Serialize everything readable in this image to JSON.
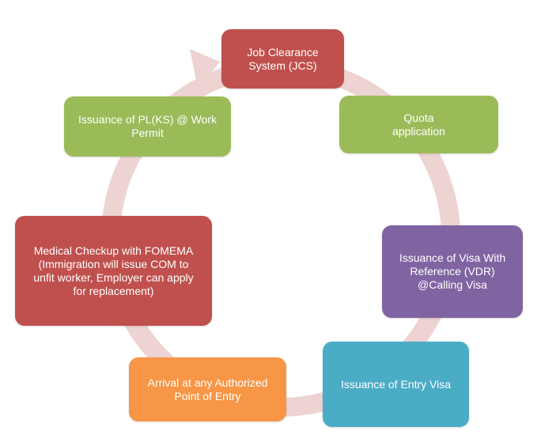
{
  "diagram": {
    "ring_color": "#eed3d3",
    "steps": [
      {
        "label": "Job Clearance\nSystem (JCS)",
        "color": "#c0504d"
      },
      {
        "label": "Quota\napplication",
        "color": "#9bbb59"
      },
      {
        "label": "Issuance of Visa With\nReference (VDR)\n@Calling Visa",
        "color": "#8064a2"
      },
      {
        "label": "Issuance of Entry Visa",
        "color": "#4bacc6"
      },
      {
        "label": "Arrival at any Authorized\nPoint of Entry",
        "color": "#f79646"
      },
      {
        "label": "Medical Checkup with FOMEMA\n(Immigration will issue COM to\nunfit worker, Employer can apply\nfor replacement)",
        "color": "#c0504d"
      },
      {
        "label": "Issuance of PL(KS) @ Work\nPermit",
        "color": "#9bbb59"
      }
    ]
  }
}
